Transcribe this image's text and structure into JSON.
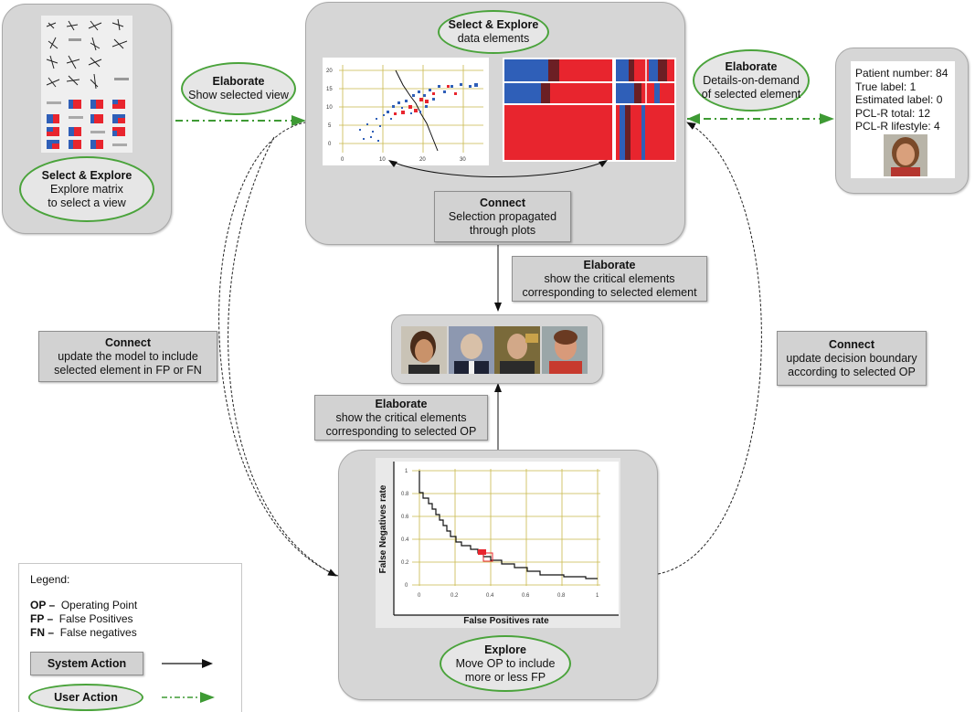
{
  "panels": {
    "matrix": {
      "action": {
        "title": "Select & Explore",
        "lines": [
          "Explore matrix",
          "to select a view"
        ]
      }
    },
    "plots": {
      "action": {
        "title": "Select & Explore",
        "lines": [
          "data elements"
        ]
      },
      "scatter": {
        "y_ticks": [
          "20",
          "15",
          "10",
          "5",
          "0"
        ],
        "x_ticks": [
          "0",
          "10",
          "20",
          "30"
        ]
      },
      "connect": {
        "title": "Connect",
        "lines": [
          "Selection propagated",
          "through plots"
        ]
      }
    },
    "details": {
      "lines": [
        "Patient number: 84",
        "True label: 1",
        "Estimated label: 0",
        "PCL-R total: 12",
        "PCL-R lifestyle: 4"
      ]
    },
    "faces": {},
    "roc": {
      "xlabel": "False Positives rate",
      "ylabel": "False Negatives rate",
      "x_ticks": [
        "0",
        "0.2",
        "0.4",
        "0.6",
        "0.8",
        "1"
      ],
      "y_ticks": [
        "1",
        "0.8",
        "0.6",
        "0.4",
        "0.2",
        "0"
      ],
      "action": {
        "title": "Explore",
        "lines": [
          "Move OP to include",
          "more or less FP"
        ]
      }
    }
  },
  "actions": {
    "elaborate_view": {
      "title": "Elaborate",
      "lines": [
        "Show selected view"
      ]
    },
    "elaborate_details": {
      "title": "Elaborate",
      "lines": [
        "Details-on-demand",
        "of selected element"
      ]
    },
    "elaborate_element": {
      "title": "Elaborate",
      "lines": [
        "show the critical elements",
        "corresponding to selected element"
      ]
    },
    "elaborate_op": {
      "title": "Elaborate",
      "lines": [
        "show the critical elements",
        "corresponding to selected OP"
      ]
    },
    "connect_model": {
      "title": "Connect",
      "lines": [
        "update the model  to include",
        "selected element in  FP or FN"
      ]
    },
    "connect_boundary": {
      "title": "Connect",
      "lines": [
        "update decision boundary",
        "according to selected OP"
      ]
    }
  },
  "legend": {
    "title": "Legend:",
    "items": [
      {
        "abbr": "OP –",
        "text": "Operating Point"
      },
      {
        "abbr": "FP –",
        "text": "False Positives"
      },
      {
        "abbr": "FN –",
        "text": "False negatives"
      }
    ],
    "system_action": "System Action",
    "user_action": "User Action"
  },
  "colors": {
    "panel": "#d6d6d6",
    "user_green": "#4aa33b",
    "system_box": "#d2d2d2",
    "mosaic_red": "#e8252e",
    "mosaic_blue": "#2f5fb8",
    "mosaic_dark": "#6b1f24",
    "plot_grid": "#c8b84a"
  }
}
